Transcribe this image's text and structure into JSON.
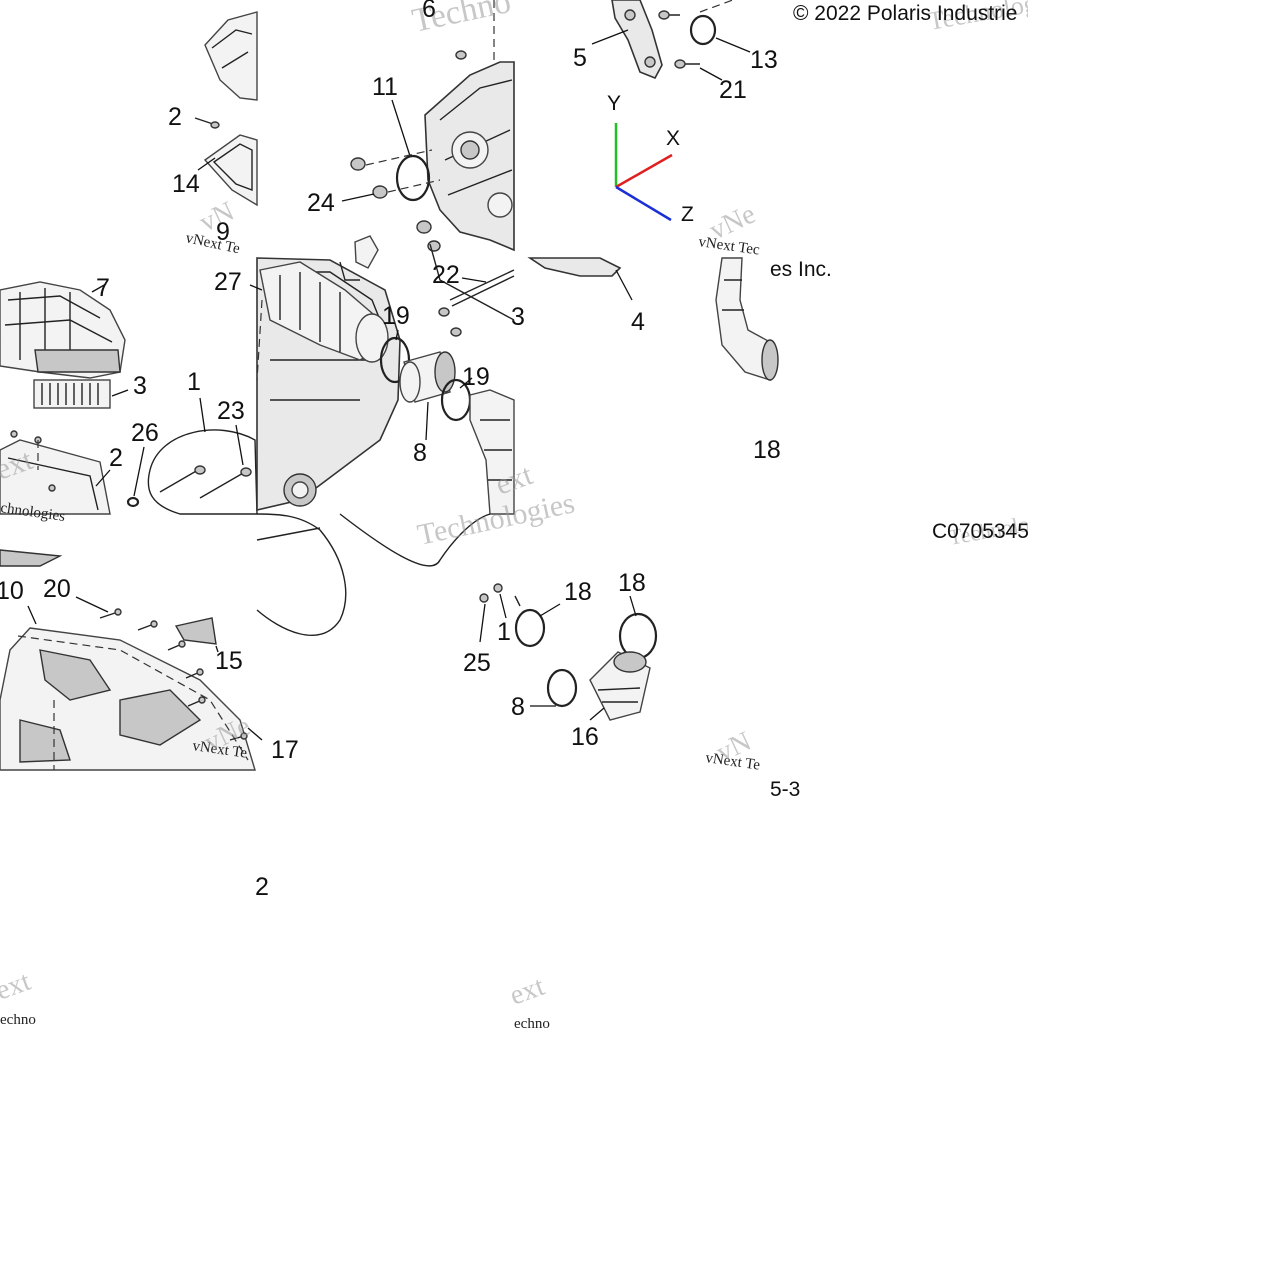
{
  "copyright": "© 2022 Polaris Industrie",
  "copyright_fragment": "es Inc.",
  "drawing_code": "C0705345",
  "page_ref": "5-3",
  "stray_number": "2",
  "watermark": {
    "brand": "vNext Te",
    "brand_2": "vNext Tec",
    "word_technologies": "Technologies",
    "word_techno": "Techno",
    "word_chnologies": "chnologies",
    "word_ext": "ext",
    "word_echno": "echno",
    "word_vne": "vNe",
    "word_vn": "vN"
  },
  "axes": {
    "y": "Y",
    "x": "X",
    "z": "Z"
  },
  "axis_colors": {
    "y": "#22c022",
    "x": "#e02020",
    "z": "#1a2fd6"
  },
  "callouts": {
    "c6": "6",
    "c2a": "2",
    "c14": "14",
    "c9": "9",
    "c11": "11",
    "c24": "24",
    "c5": "5",
    "c13": "13",
    "c21": "21",
    "c7": "7",
    "c27": "27",
    "c22": "22",
    "c3a": "3",
    "c19a": "19",
    "c4": "4",
    "c3b": "3",
    "c19b": "19",
    "c1": "1",
    "c23": "23",
    "c26": "26",
    "c2b": "2",
    "c8a": "8",
    "c18a": "18",
    "c10": "10",
    "c20": "20",
    "c15": "15",
    "c17": "17",
    "c18b": "18",
    "c18c": "18",
    "c1b": "1",
    "c25": "25",
    "c8b": "8",
    "c16": "16"
  }
}
